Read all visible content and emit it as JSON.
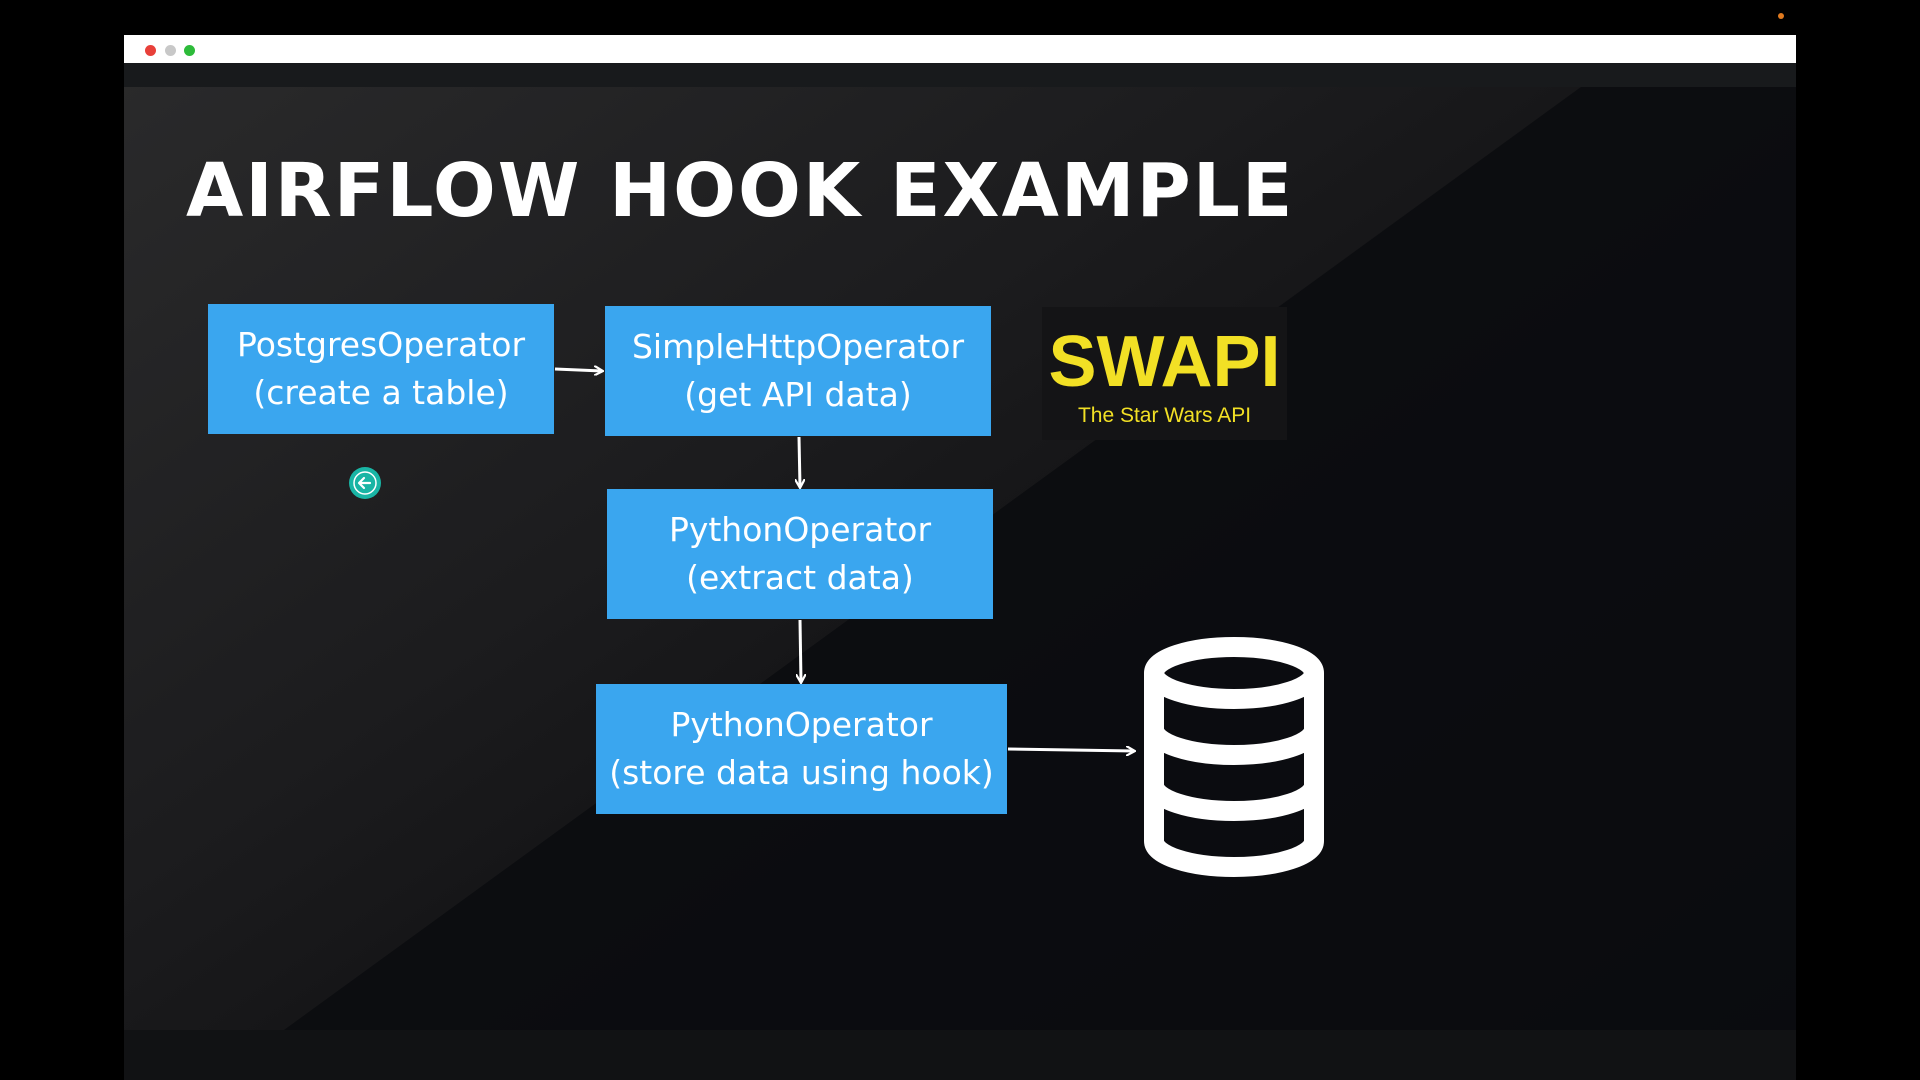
{
  "slide": {
    "title": "AIRFLOW HOOK EXAMPLE"
  },
  "operators": [
    {
      "name": "PostgresOperator",
      "desc": "(create a table)"
    },
    {
      "name": "SimpleHttpOperator",
      "desc": "(get API data)"
    },
    {
      "name": "PythonOperator",
      "desc": "(extract data)"
    },
    {
      "name": "PythonOperator",
      "desc": "(store data using hook)"
    }
  ],
  "swapi": {
    "logo": "SWAPI",
    "tagline": "The Star Wars API"
  },
  "colors": {
    "box": "#3aa6ef",
    "swapi_yellow": "#f2e025",
    "cursor": "#19b5a5"
  },
  "icons": {
    "database": "database-icon",
    "cursor": "arrow-left-icon"
  }
}
